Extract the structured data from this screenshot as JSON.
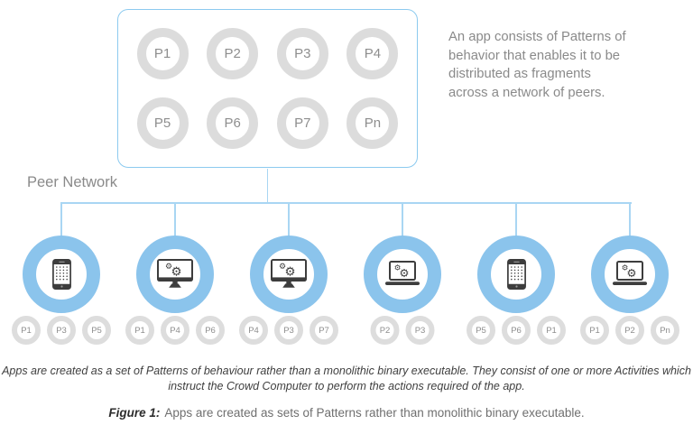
{
  "figure": {
    "app_box": {
      "patterns": [
        "P1",
        "P2",
        "P3",
        "P4",
        "P5",
        "P6",
        "P7",
        "Pn"
      ]
    },
    "description": "An app consists of Patterns of behavior that enables it to be distributed as fragments across a network of peers.",
    "peer_network_label": "Peer Network",
    "peers": [
      {
        "device": "phone",
        "icon": "smartphone-icon",
        "patterns": [
          "P1",
          "P3",
          "P5"
        ]
      },
      {
        "device": "desktop",
        "icon": "desktop-gears-icon",
        "patterns": [
          "P1",
          "P4",
          "P6"
        ]
      },
      {
        "device": "desktop",
        "icon": "desktop-gears-icon",
        "patterns": [
          "P4",
          "P3",
          "P7"
        ]
      },
      {
        "device": "laptop",
        "icon": "laptop-gears-icon",
        "patterns": [
          "P2",
          "P3"
        ]
      },
      {
        "device": "phone",
        "icon": "smartphone-icon",
        "patterns": [
          "P5",
          "P6",
          "P1"
        ]
      },
      {
        "device": "laptop",
        "icon": "laptop-gears-icon",
        "patterns": [
          "P1",
          "P2",
          "Pn"
        ]
      }
    ],
    "caption": "Apps are created as a set of Patterns of behaviour rather than a monolithic binary executable.  They consist of one or more Activities which instruct the Crowd Computer to perform the actions required of the app.",
    "figure_label": "Figure 1:",
    "figure_caption": "Apps are created as sets of Patterns rather than monolithic binary executable."
  },
  "colors": {
    "peer_ring_blue": "#8bc4ec",
    "connector_blue": "#a9d6f3",
    "box_border_blue": "#8ccaef",
    "pattern_ring_gray": "#dcdcdc",
    "label_gray": "#8e8e8e",
    "icon_dark": "#3d3d3d"
  }
}
